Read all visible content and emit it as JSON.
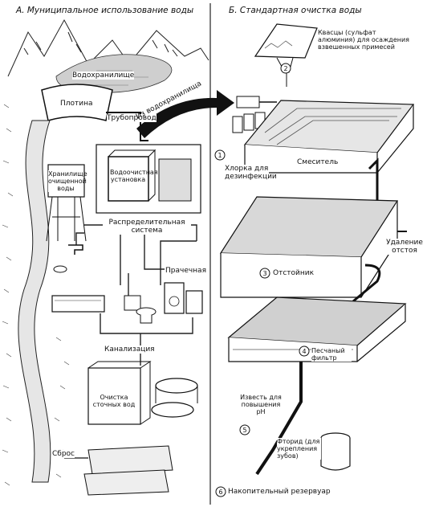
{
  "panel_a": {
    "title": "А. Муниципальное использование воды",
    "reservoir": "Водохранилище",
    "dam": "Плотина",
    "pipeline": "Трубопровод",
    "from_reservoir": "Из водохранилища",
    "treated_storage": "Хранилище очищенной воды",
    "treatment_plant": "Водоочистная установка",
    "distribution": "Распределительная система",
    "laundry": "Прачечная",
    "sewer": "Канализация",
    "sewage_treatment": "Очистка сточных вод",
    "discharge": "Сброс"
  },
  "panel_b": {
    "title": "Б. Стандартная очистка воды",
    "alum": "Квасцы (сульфат алюминия) для осаждения взвешенных примесей",
    "chlorine": "Хлорка для дезинфекции",
    "mixer": "Смеситель",
    "sludge_removal": "Удаление отстоя",
    "settling_tank": "Отстойник",
    "sand_filter": "Песчаный фильтр",
    "lime": "Известь для повышения pH",
    "fluoride": "Фторид (для укрепления зубов)",
    "storage_tank": "Накопительный резервуар",
    "step_1": "1",
    "step_2": "2",
    "step_3": "3",
    "step_4": "4",
    "step_5": "5",
    "step_6": "6"
  }
}
